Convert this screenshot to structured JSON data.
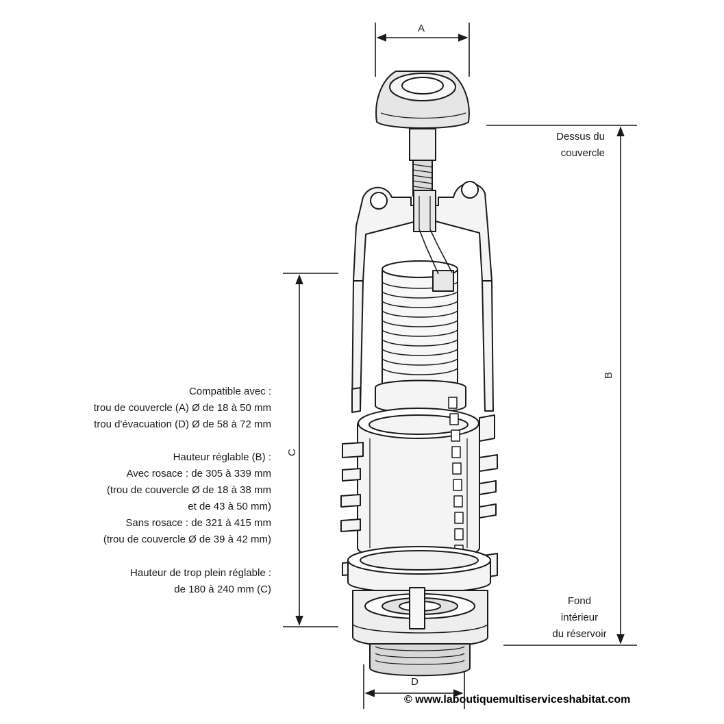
{
  "dimensions": {
    "a": "A",
    "b": "B",
    "c": "C",
    "d": "D"
  },
  "labels": {
    "top_cover": [
      "Dessus du",
      "couvercle"
    ],
    "tank_bottom": [
      "Fond",
      "intérieur",
      "du réservoir"
    ]
  },
  "specs": {
    "compat": [
      "Compatible avec :",
      "trou de couvercle (A) Ø de 18 à 50 mm",
      "trou d'évacuation (D) Ø de 58 à 72 mm"
    ],
    "height": [
      "Hauteur réglable (B) :",
      "Avec rosace : de 305 à 339 mm",
      "(trou de couvercle Ø de 18 à 38 mm",
      "et de 43 à 50 mm)",
      "Sans rosace : de 321 à 415 mm",
      "(trou de couvercle Ø de 39 à 42 mm)"
    ],
    "overflow": [
      "Hauteur de trop plein réglable :",
      "de 180 à 240 mm (C)"
    ]
  },
  "copyright": "© www.laboutiquemultiserviceshabitat.com",
  "colors": {
    "line": "#1a1a1a",
    "fill": "#f4f4f4",
    "shade": "#d8d8d8"
  }
}
